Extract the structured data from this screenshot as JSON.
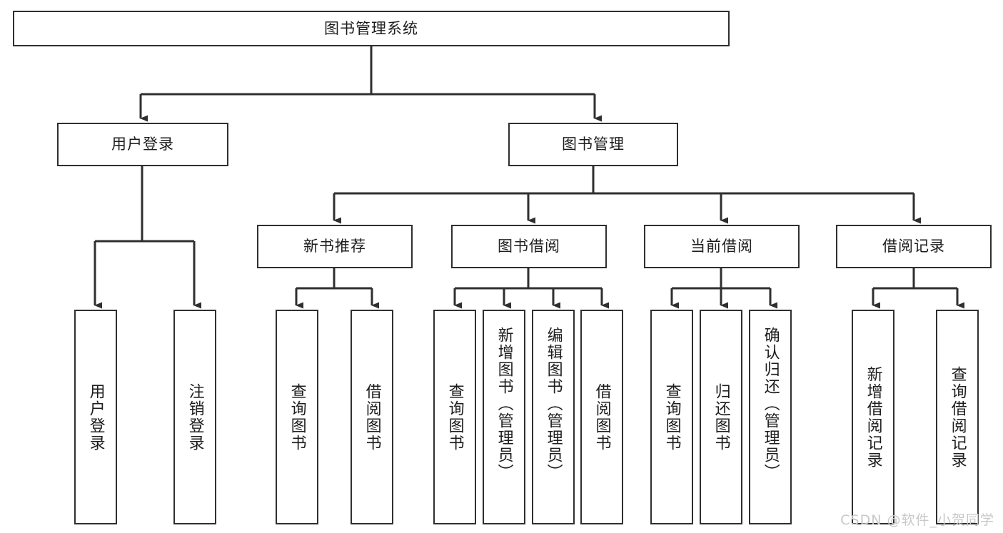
{
  "diagram": {
    "title": "图书管理系统",
    "type": "tree-hierarchy",
    "orientation": "top-down",
    "colors": {
      "box_border": "#2f2f2f",
      "box_fill": "#ffffff",
      "connector": "#2f2f2f",
      "text": "#1d1d1d",
      "watermark": "#c8c8c8",
      "background": "#ffffff"
    }
  },
  "root": {
    "label": "图书管理系统"
  },
  "level2": [
    {
      "id": "user-login",
      "label": "用户登录"
    },
    {
      "id": "book-manage",
      "label": "图书管理"
    }
  ],
  "level3": [
    {
      "id": "new-book-recommend",
      "label": "新书推荐",
      "parent": "book-manage"
    },
    {
      "id": "book-borrow",
      "label": "图书借阅",
      "parent": "book-manage"
    },
    {
      "id": "current-borrow",
      "label": "当前借阅",
      "parent": "book-manage"
    },
    {
      "id": "borrow-record",
      "label": "借阅记录",
      "parent": "book-manage"
    }
  ],
  "leaves": [
    {
      "id": "leaf-user-login",
      "label": "用户登录",
      "parent": "user-login"
    },
    {
      "id": "leaf-user-logout",
      "label": "注销登录",
      "parent": "user-login"
    },
    {
      "id": "leaf-query-book-1",
      "label": "查询图书",
      "parent": "new-book-recommend"
    },
    {
      "id": "leaf-borrow-book-1",
      "label": "借阅图书",
      "parent": "new-book-recommend"
    },
    {
      "id": "leaf-query-book-2",
      "label": "查询图书",
      "parent": "book-borrow"
    },
    {
      "id": "leaf-add-book",
      "label": "新增图书（管理员）",
      "parent": "book-borrow"
    },
    {
      "id": "leaf-edit-book",
      "label": "编辑图书（管理员）",
      "parent": "book-borrow"
    },
    {
      "id": "leaf-borrow-book-2",
      "label": "借阅图书",
      "parent": "book-borrow"
    },
    {
      "id": "leaf-query-book-3",
      "label": "查询图书",
      "parent": "current-borrow"
    },
    {
      "id": "leaf-return-book",
      "label": "归还图书",
      "parent": "current-borrow"
    },
    {
      "id": "leaf-confirm-return",
      "label": "确认归还（管理员）",
      "parent": "current-borrow"
    },
    {
      "id": "leaf-add-borrow-record",
      "label": "新增借阅记录",
      "parent": "borrow-record"
    },
    {
      "id": "leaf-query-borrow-record",
      "label": "查询借阅记录",
      "parent": "borrow-record"
    }
  ],
  "watermark": {
    "text": "CSDN @软件_小贺同学"
  }
}
